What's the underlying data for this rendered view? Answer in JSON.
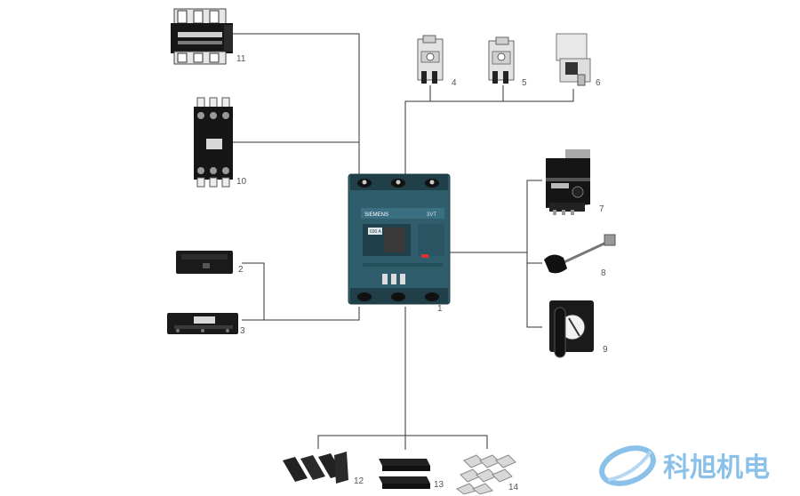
{
  "diagram": {
    "labels": {
      "main_breaker": "1",
      "terminal_cover_short": "2",
      "terminal_cover_electronic": "3",
      "aux_switch_a": "4",
      "aux_switch_b": "5",
      "shunt_release": "6",
      "motor_operator": "7",
      "extension_shaft": "8",
      "door_rotary_handle": "9",
      "plug_in_base": "10",
      "withdrawable_base": "11",
      "phase_barriers": "12",
      "terminal_shields": "13",
      "connection_bars": "14"
    },
    "breaker_face": {
      "brand": "SIEMENS",
      "model": "3VT",
      "rating": "630 A"
    }
  },
  "watermark": {
    "text": "科旭机电",
    "color": "#2e8fd6"
  },
  "colors": {
    "breaker_body": "#2f5d6b",
    "breaker_dark": "#1f3f4a",
    "line": "#333333",
    "label": "#555555"
  }
}
